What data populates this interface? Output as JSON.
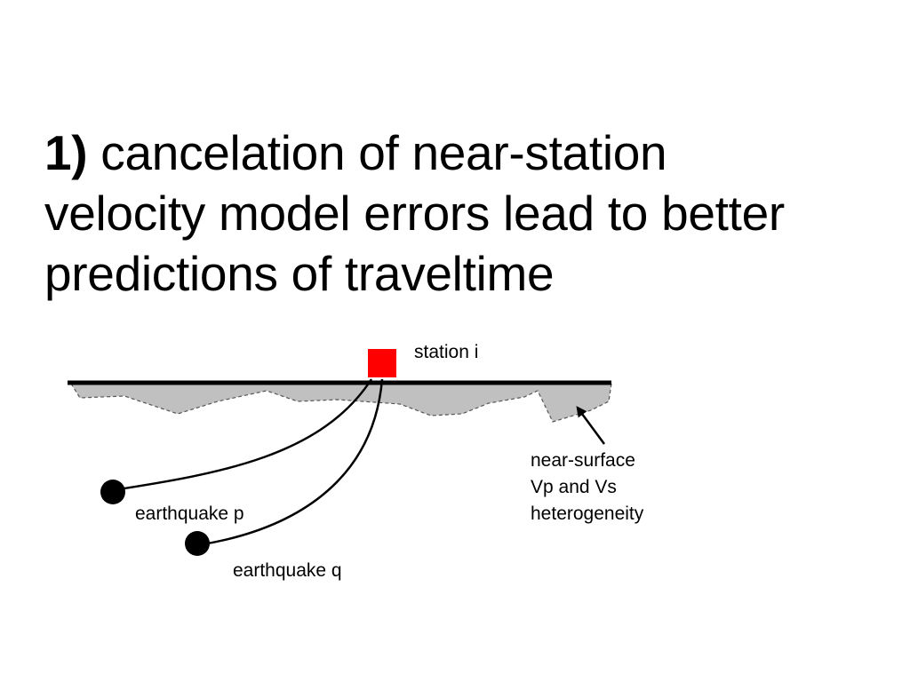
{
  "title": {
    "number": "1)",
    "line1": "cancelation of near-station",
    "line2": "velocity model errors lead to better",
    "line3": "predictions of traveltime"
  },
  "diagram": {
    "station_label": "station i",
    "earthquake_p_label": "earthquake p",
    "earthquake_q_label": "earthquake q",
    "near_surface_label": {
      "line1": "near-surface",
      "line2": "Vp and Vs",
      "line3": "heterogeneity"
    },
    "colors": {
      "station": "#ff0000",
      "heterogeneity_fill": "#c0c0c0",
      "earthquake": "#000000"
    }
  }
}
